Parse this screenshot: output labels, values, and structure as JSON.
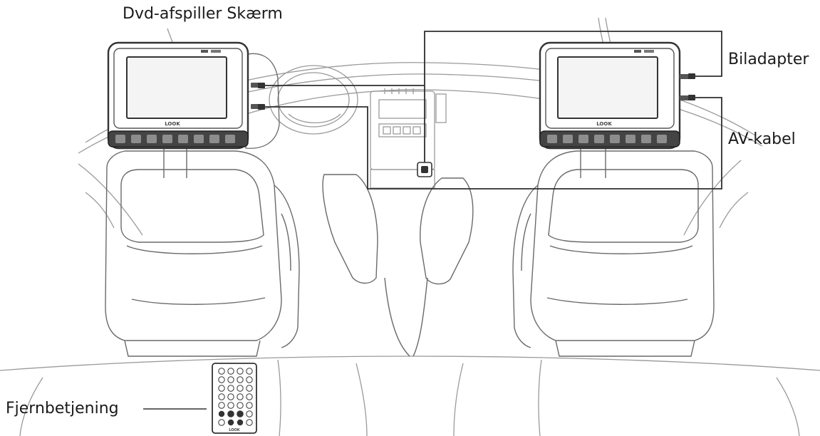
{
  "labels": {
    "dvd_screen": "Dvd-afspiller Skærm",
    "car_adapter": "Biladapter",
    "av_cable": "AV-kabel",
    "remote": "Fjernbetjening"
  },
  "screen_brand": "LOOK",
  "remote_brand": "LOOK",
  "colors": {
    "line": "#3a3a3a",
    "light_line": "#8a8a8a",
    "screen_frame": "#444444",
    "screen_face": "#f4f4f4"
  }
}
